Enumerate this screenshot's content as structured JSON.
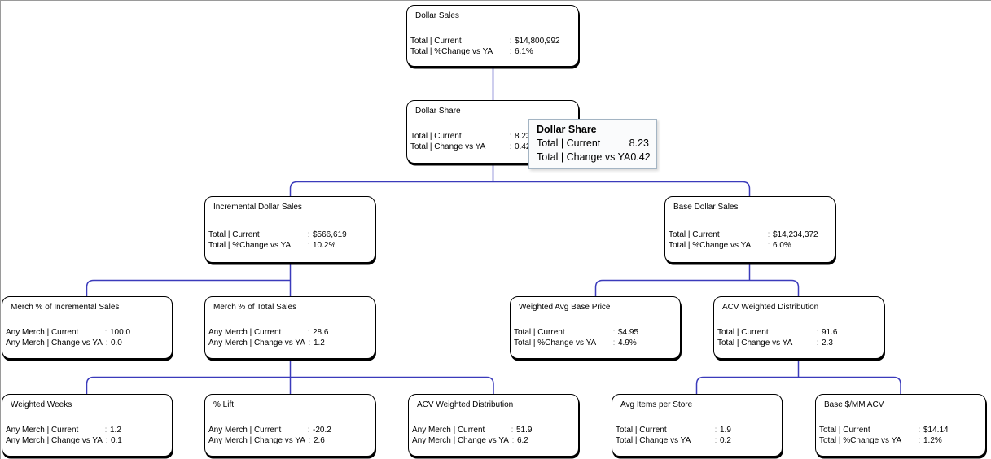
{
  "misc": {
    "colon": ":"
  },
  "colors": {
    "connector": "#3b3bbb",
    "box_border": "#000000",
    "tooltip_bg": "#fafbfc",
    "tooltip_border": "#a3b4c3"
  },
  "tooltip": {
    "title": "Dollar Share",
    "rows": [
      {
        "label": "Total | Current",
        "value": "8.23"
      },
      {
        "label": "Total | Change vs YA",
        "value": "0.42"
      }
    ]
  },
  "nodes": {
    "dollar_sales": {
      "title": "Dollar Sales",
      "rows": [
        {
          "label": "Total | Current",
          "value": "$14,800,992"
        },
        {
          "label": "Total | %Change vs YA",
          "value": "6.1%"
        }
      ]
    },
    "dollar_share": {
      "title": "Dollar Share",
      "rows": [
        {
          "label": "Total | Current",
          "value": "8.23"
        },
        {
          "label": "Total | Change vs YA",
          "value": "0.42"
        }
      ]
    },
    "incremental_dollar_sales": {
      "title": "Incremental Dollar Sales",
      "rows": [
        {
          "label": "Total | Current",
          "value": "$566,619"
        },
        {
          "label": "Total | %Change vs YA",
          "value": "10.2%"
        }
      ]
    },
    "base_dollar_sales": {
      "title": "Base Dollar Sales",
      "rows": [
        {
          "label": "Total | Current",
          "value": "$14,234,372"
        },
        {
          "label": "Total | %Change vs YA",
          "value": "6.0%"
        }
      ]
    },
    "merch_pct_of_incremental_sales": {
      "title": "Merch % of Incremental Sales",
      "rows": [
        {
          "label": "Any Merch | Current",
          "value": "100.0"
        },
        {
          "label": "Any Merch | Change vs YA",
          "value": "0.0"
        }
      ]
    },
    "merch_pct_of_total_sales": {
      "title": "Merch % of Total Sales",
      "rows": [
        {
          "label": "Any Merch | Current",
          "value": "28.6"
        },
        {
          "label": "Any Merch | Change vs YA",
          "value": "1.2"
        }
      ]
    },
    "weighted_avg_base_price": {
      "title": "Weighted Avg Base Price",
      "rows": [
        {
          "label": "Total | Current",
          "value": "$4.95"
        },
        {
          "label": "Total | %Change vs YA",
          "value": "4.9%"
        }
      ]
    },
    "acv_weighted_distribution": {
      "title": "ACV Weighted Distribution",
      "rows": [
        {
          "label": "Total | Current",
          "value": "91.6"
        },
        {
          "label": "Total | Change vs YA",
          "value": "2.3"
        }
      ]
    },
    "weighted_weeks": {
      "title": "Weighted Weeks",
      "rows": [
        {
          "label": "Any Merch | Current",
          "value": "1.2"
        },
        {
          "label": "Any Merch | Change vs YA",
          "value": "0.1"
        }
      ]
    },
    "pct_lift": {
      "title": "% Lift",
      "rows": [
        {
          "label": "Any Merch | Current",
          "value": "-20.2"
        },
        {
          "label": "Any Merch | Change vs YA",
          "value": "2.6"
        }
      ]
    },
    "acv_weighted_distribution_leaf": {
      "title": "ACV Weighted Distribution",
      "rows": [
        {
          "label": "Any Merch | Current",
          "value": "51.9"
        },
        {
          "label": "Any Merch | Change vs YA",
          "value": "6.2"
        }
      ]
    },
    "avg_items_per_store": {
      "title": "Avg Items per Store",
      "rows": [
        {
          "label": "Total | Current",
          "value": "1.9"
        },
        {
          "label": "Total | Change vs YA",
          "value": "0.2"
        }
      ]
    },
    "base_dollar_per_mm_acv": {
      "title": "Base $/MM ACV",
      "rows": [
        {
          "label": "Total | Current",
          "value": "$14.14"
        },
        {
          "label": "Total | %Change vs YA",
          "value": "1.2%"
        }
      ]
    }
  },
  "edges": [
    [
      "Dollar Sales",
      "Dollar Share"
    ],
    [
      "Dollar Share",
      "Incremental Dollar Sales"
    ],
    [
      "Dollar Share",
      "Base Dollar Sales"
    ],
    [
      "Incremental Dollar Sales",
      "Merch % of Incremental Sales"
    ],
    [
      "Incremental Dollar Sales",
      "Merch % of Total Sales"
    ],
    [
      "Base Dollar Sales",
      "Weighted Avg Base Price"
    ],
    [
      "Base Dollar Sales",
      "ACV Weighted Distribution"
    ],
    [
      "Merch % of Total Sales",
      "Weighted Weeks"
    ],
    [
      "Merch % of Total Sales",
      "% Lift"
    ],
    [
      "Merch % of Total Sales",
      "ACV Weighted Distribution"
    ],
    [
      "ACV Weighted Distribution",
      "Avg Items per Store"
    ],
    [
      "ACV Weighted Distribution",
      "Base $/MM ACV"
    ]
  ]
}
